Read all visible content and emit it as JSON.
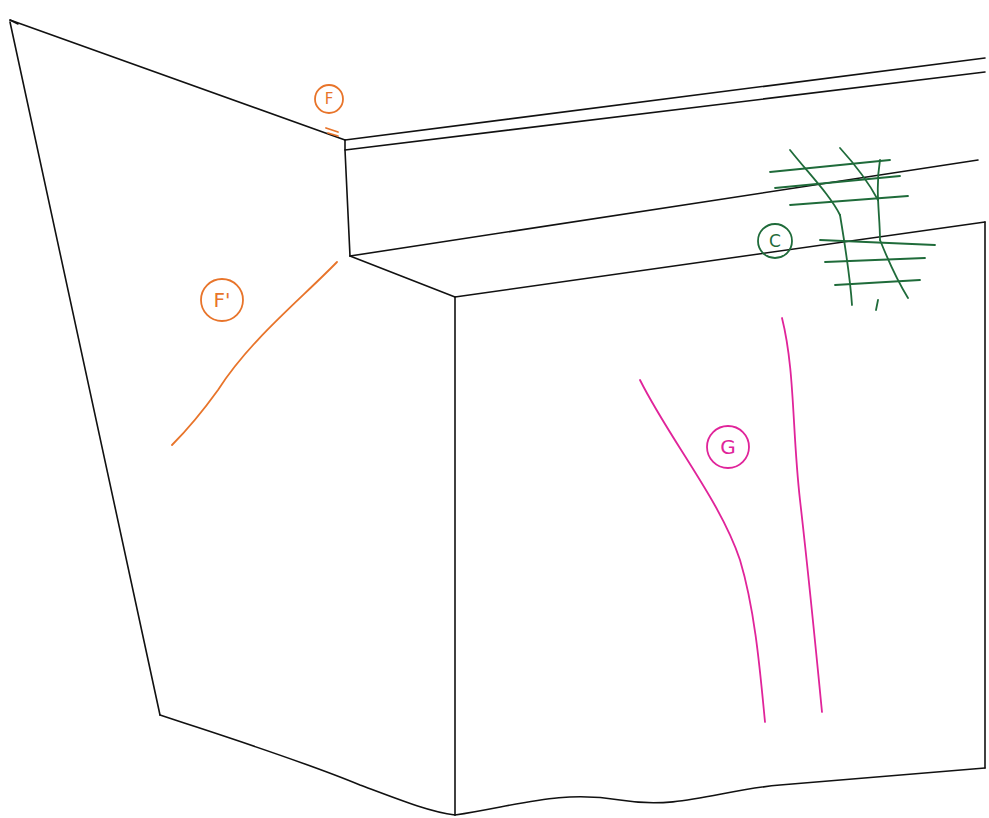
{
  "diagram": {
    "nodes": [
      {
        "text": [
          "F"
        ]
      },
      {
        "text": [
          "F'"
        ]
      },
      {
        "text": [
          "C"
        ]
      },
      {
        "text": [
          "G"
        ]
      }
    ]
  }
}
